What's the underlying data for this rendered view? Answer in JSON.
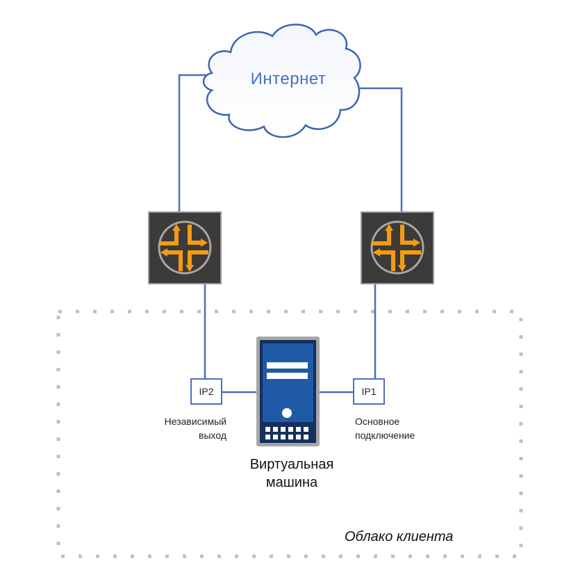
{
  "internet": {
    "label": "Интернет",
    "icon": "cloud-icon"
  },
  "routers": [
    {
      "name": "left-router",
      "icon": "router-icon"
    },
    {
      "name": "right-router",
      "icon": "router-icon"
    }
  ],
  "ip_boxes": [
    {
      "label": "IP2",
      "caption_line1": "Независимый",
      "caption_line2": "выход"
    },
    {
      "label": "IP1",
      "caption_line1": "Основное",
      "caption_line2": "подключение"
    }
  ],
  "vm": {
    "line1": "Виртуальная",
    "line2": "машина",
    "icon": "server-icon"
  },
  "client_cloud": {
    "label": "Облако клиента"
  },
  "colors": {
    "link": "#4472c4",
    "router_bg": "#3d3b39",
    "router_accent": "#f39c12",
    "server_blue": "#1f4e9a",
    "dotted_border": "#bfbfbf"
  }
}
